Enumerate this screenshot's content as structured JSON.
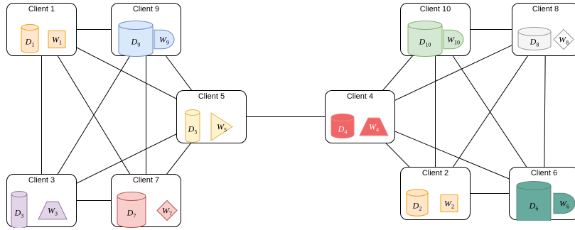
{
  "clients": [
    {
      "id": "c1",
      "title": "Client 1",
      "d_base": "D",
      "d_sub": "1",
      "w_base": "W",
      "w_sub": "1",
      "d_color": "#f0a30a",
      "d_fill": "#ffe6cc",
      "w_color": "#f0a30a",
      "w_fill": "#ffe6cc",
      "w_shape": "square"
    },
    {
      "id": "c9",
      "title": "Client 9",
      "d_base": "D",
      "d_sub": "9",
      "w_base": "W",
      "w_sub": "9",
      "d_color": "#6c8ebf",
      "d_fill": "#dae8fc",
      "w_color": "#6c8ebf",
      "w_fill": "#dae8fc",
      "w_shape": "half-round"
    },
    {
      "id": "c5",
      "title": "Client 5",
      "d_base": "D",
      "d_sub": "5",
      "w_base": "W",
      "w_sub": "5",
      "d_color": "#d6b656",
      "d_fill": "#fff2cc",
      "w_color": "#d6b656",
      "w_fill": "#fff2cc",
      "w_shape": "triangle"
    },
    {
      "id": "c3",
      "title": "Client 3",
      "d_base": "D",
      "d_sub": "3",
      "w_base": "W",
      "w_sub": "3",
      "d_color": "#9673a6",
      "d_fill": "#e1d5e7",
      "w_color": "#9673a6",
      "w_fill": "#e1d5e7",
      "w_shape": "trapezoid"
    },
    {
      "id": "c7",
      "title": "Client 7",
      "d_base": "D",
      "d_sub": "7",
      "w_base": "W",
      "w_sub": "7",
      "d_color": "#b85450",
      "d_fill": "#f8cecc",
      "w_color": "#b85450",
      "w_fill": "#f8cecc",
      "w_shape": "diamond"
    },
    {
      "id": "c4",
      "title": "Client 4",
      "d_base": "D",
      "d_sub": "4",
      "w_base": "W",
      "w_sub": "4",
      "d_color": "#f08080",
      "d_fill": "#f06666",
      "w_color": "#f08080",
      "w_fill": "#f06666",
      "w_shape": "trapezoid"
    },
    {
      "id": "c10",
      "title": "Client 10",
      "d_base": "D",
      "d_sub": "10",
      "w_base": "W",
      "w_sub": "10",
      "d_color": "#82b366",
      "d_fill": "#d5e8d4",
      "w_color": "#82b366",
      "w_fill": "#d5e8d4",
      "w_shape": "half-round"
    },
    {
      "id": "c8",
      "title": "Client 8",
      "d_base": "D",
      "d_sub": "8",
      "w_base": "W",
      "w_sub": "8",
      "d_color": "#999999",
      "d_fill": "#f5f5f5",
      "w_color": "#999999",
      "w_fill": "#ffffff",
      "w_shape": "diamond"
    },
    {
      "id": "c2",
      "title": "Client 2",
      "d_base": "D",
      "d_sub": "2",
      "w_base": "W",
      "w_sub": "2",
      "d_color": "#f0a30a",
      "d_fill": "#ffe6cc",
      "w_color": "#f0a30a",
      "w_fill": "#ffe6cc",
      "w_shape": "square"
    },
    {
      "id": "c6",
      "title": "Client 6",
      "d_base": "D",
      "d_sub": "6",
      "w_base": "W",
      "w_sub": "6",
      "d_color": "#5a8a7a",
      "d_fill": "#67ab9f",
      "w_color": "#5a8a7a",
      "w_fill": "#67ab9f",
      "w_shape": "half-round"
    }
  ],
  "edges": [
    [
      "c1",
      "c9"
    ],
    [
      "c1",
      "c5"
    ],
    [
      "c1",
      "c3"
    ],
    [
      "c1",
      "c7"
    ],
    [
      "c9",
      "c5"
    ],
    [
      "c9",
      "c3"
    ],
    [
      "c9",
      "c7"
    ],
    [
      "c3",
      "c5"
    ],
    [
      "c3",
      "c7"
    ],
    [
      "c7",
      "c5"
    ],
    [
      "c5",
      "c4"
    ],
    [
      "c4",
      "c10"
    ],
    [
      "c4",
      "c8"
    ],
    [
      "c4",
      "c2"
    ],
    [
      "c4",
      "c6"
    ],
    [
      "c10",
      "c8"
    ],
    [
      "c10",
      "c2"
    ],
    [
      "c10",
      "c6"
    ],
    [
      "c8",
      "c2"
    ],
    [
      "c8",
      "c6"
    ],
    [
      "c2",
      "c6"
    ]
  ]
}
